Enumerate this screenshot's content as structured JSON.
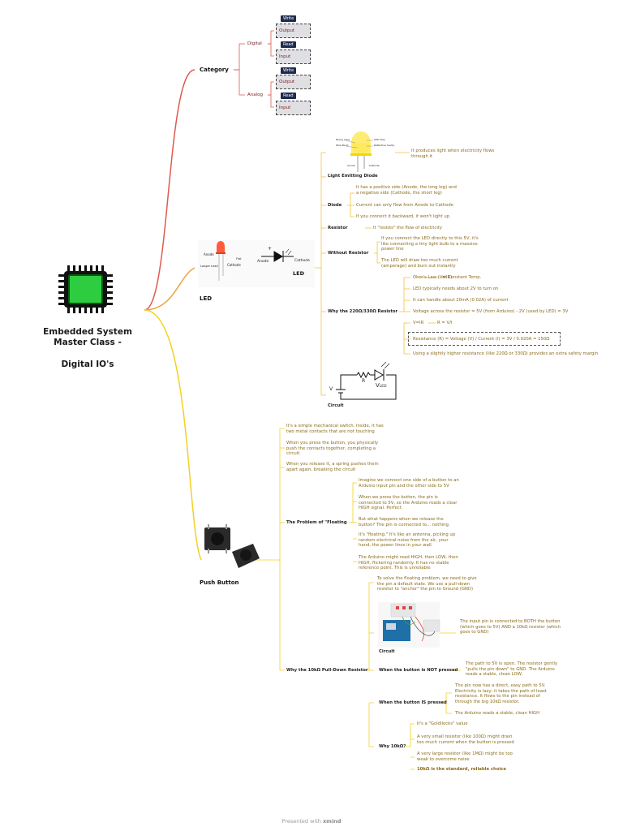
{
  "root": {
    "title": "Embedded System\nMaster Class -",
    "subtitle": "Digital IO's",
    "icon": "microchip-icon"
  },
  "colors": {
    "branch_category": "#e05a4e",
    "branch_led": "#f0a040",
    "branch_push": "#f5d020",
    "leaf_text": "#8a6a1a",
    "tag_bg": "#1d2b4f",
    "root_chip": "#2ecc40"
  },
  "category": {
    "label": "Category",
    "digital": "Digital",
    "analog": "Analog",
    "write": "Write",
    "read": "Read",
    "output": "Output",
    "input": "Input"
  },
  "led": {
    "label": "LED",
    "image_labels": {
      "anode": "Anode",
      "longer_lead": "Longer Lead",
      "flat": "Flat",
      "cathode": "Cathode",
      "symbol_anode": "Anode",
      "symbol_cathode": "Cathode",
      "symbol_led": "LED",
      "plus": "+"
    },
    "diagram_labels": {
      "epoxy_lens": "Epoxy Lens",
      "wire_bond": "Wire Bond",
      "led_chip": "LED Chip",
      "reflective_cavity": "Reflective Cavity",
      "anode": "Anode",
      "cathode": "Cathode"
    },
    "emitting_label": "Light Emitting Diode",
    "emitting_text": "It produces light when electricity flows\nthrough it",
    "diode_label": "Diode",
    "diode_items": [
      "It has a positive side (Anode, the long leg) and\na negative side (Cathode, the short leg)",
      "Current can only flow from Anode to Cathode",
      "If you connect it backward, it won't light up"
    ],
    "resistor_label": "Resistor",
    "resistor_text": "It \"resists\" the flow of electricity",
    "without_label": "Without Resistor",
    "without_items": [
      "If you connect the LED directly to this 5V, it's\nlike connecting a tiny light bulb to a massive\npower line",
      "The LED will draw too much current\n(amperage) and burn out instantly"
    ],
    "why_label": "Why the 220Ω/330Ω Resistor",
    "why_items": {
      "ohms": "Ohm's Law (V=IR)",
      "const_temp": "at Constant Temp.",
      "needs2v": "LED typically needs about 2V to turn on",
      "handle20ma": "It can handle about 20mA (0.02A) of current",
      "voltage_across": "Voltage across the resistor = 5V (from Arduino) - 2V (used by LED) = 3V",
      "vir": "V=IR",
      "rvi": "R = V/I",
      "resistance": "Resistance (R) = Voltage (V) / Current (I) = 3V / 0.020A = 150Ω",
      "higher": "Using a slightly higher resistance (like 220Ω or 330Ω) provides an extra safety margin"
    },
    "circuit_label": "Circuit",
    "circuit_symbols": {
      "v": "V",
      "r": "R",
      "vled": "V",
      "led_sub": "LED"
    }
  },
  "push": {
    "label": "Push Button",
    "intro": [
      "It's a simple mechanical switch. Inside, it has\ntwo metal contacts that are not touching",
      "When you press the button, you physically\npush the contacts together, completing a\ncircuit.",
      "When you release it, a spring pushes them\napart again, breaking the circuit"
    ],
    "floating_label": "The Problem of \"Floating",
    "floating_items": [
      "Imagine we connect one side of a button to an\nArduino input pin and the other side to 5V",
      "When we press the button, the pin is\nconnected to 5V, so the Arduino reads a clear\nHIGH signal. Perfect",
      "But what happens when we release the\nbutton? The pin is connected to... nothing.",
      "It's \"floating.\" It's like an antenna, picking up\nrandom electrical noise from the air, your\nhand, the power lines in your wall.",
      "The Arduino might read HIGH, then LOW, then\nHIGH, flickering randomly. It has no stable\nreference point. This is unreliable"
    ],
    "pulldown_label": "Why the 10kΩ Pull-Down Resistor",
    "pulldown_intro": "To solve the floating problem, we need to give\nthe pin a default state. We use a pull-down\nresistor to \"anchor\" the pin to Ground (GND)",
    "pulldown_circuit_label": "Circuit",
    "pulldown_circuit_text": "The input pin is connected to BOTH the button\n(which goes to 5V) AND a 10kΩ resistor (which\ngoes to GND)",
    "not_pressed_label": "When the button is NOT pressed",
    "not_pressed_text": "The path to 5V is open. The resistor gently\n\"pulls the pin down\" to GND. The Arduino\nreads a stable, clean LOW.",
    "pressed_label": "When the button IS pressed",
    "pressed_items": [
      "The pin now has a direct, easy path to 5V.\nElectricity is lazy; it takes the path of least\nresistance. It flows to the pin instead of\nthrough the big 10kΩ resistor.",
      "The Arduino reads a stable, clean HIGH"
    ],
    "why10k_label": "Why 10kΩ?",
    "why10k_items": [
      "It's a \"Goldilocks\" value",
      "A very small resistor (like 100Ω) might drain\ntoo much current when the button is pressed",
      "A very large resistor (like 1MΩ) might be too\nweak to overcome noise",
      "10kΩ is the standard, reliable choice"
    ]
  },
  "footer": {
    "presented": "Presented with",
    "brand": "xmind"
  }
}
